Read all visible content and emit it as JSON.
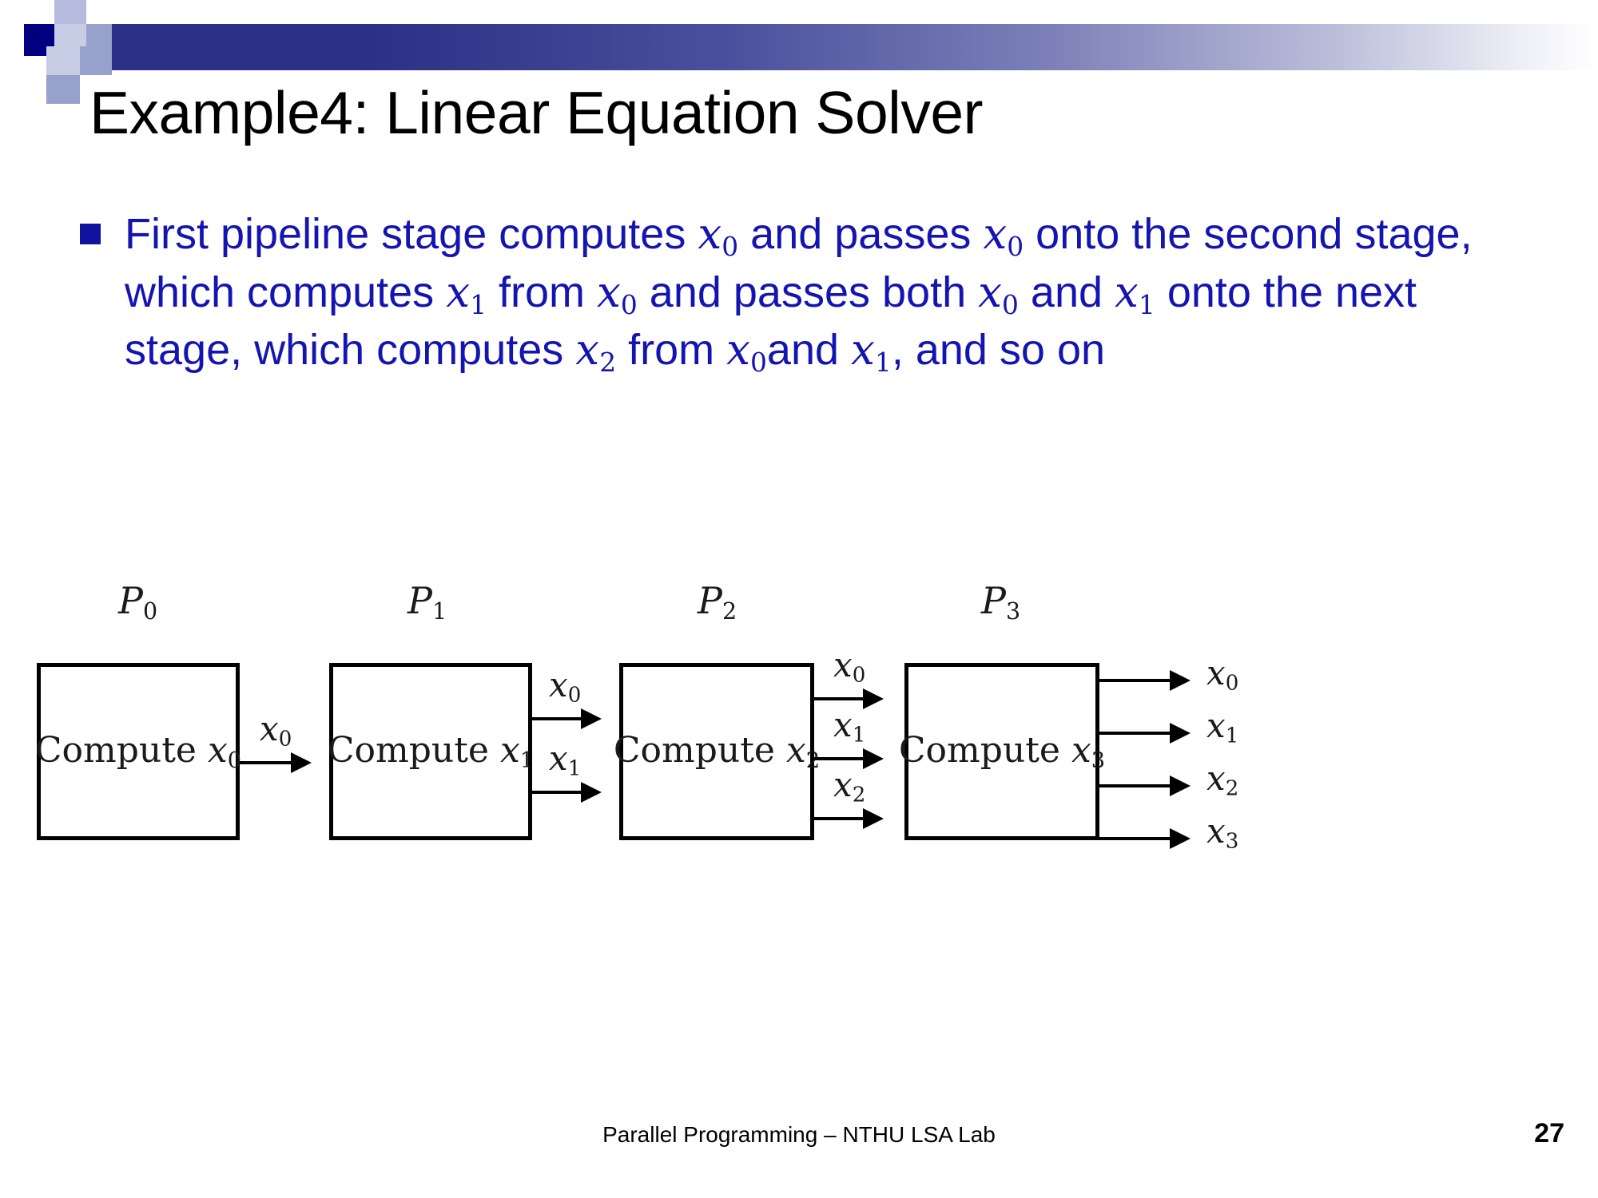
{
  "slide": {
    "title": "Example4: Linear Equation Solver",
    "page_number": "27",
    "footer": "Parallel Programming – NTHU LSA Lab",
    "accent_color": "#2b2f86",
    "body_text_color": "#1414b0",
    "bullet_marker_color": "#1212a0"
  },
  "body": {
    "bullet": {
      "marker": "square-bullet",
      "segments": [
        {
          "type": "text",
          "value": "First pipeline stage computes "
        },
        {
          "type": "math",
          "base": "x",
          "sub": "0"
        },
        {
          "type": "text",
          "value": " and passes "
        },
        {
          "type": "math",
          "base": "x",
          "sub": "0"
        },
        {
          "type": "text",
          "value": "  onto the second stage, which computes "
        },
        {
          "type": "math",
          "base": "x",
          "sub": "1"
        },
        {
          "type": "text",
          "value": "  from "
        },
        {
          "type": "math",
          "base": "x",
          "sub": "0"
        },
        {
          "type": "text",
          "value": " and passes both "
        },
        {
          "type": "math",
          "base": "x",
          "sub": "0"
        },
        {
          "type": "text",
          "value": "  and "
        },
        {
          "type": "math",
          "base": "x",
          "sub": "1"
        },
        {
          "type": "text",
          "value": "  onto the next stage, which computes "
        },
        {
          "type": "math",
          "base": "x",
          "sub": "2"
        },
        {
          "type": "text",
          "value": "  from "
        },
        {
          "type": "math",
          "base": "x",
          "sub": "0"
        },
        {
          "type": "text",
          "value": "and "
        },
        {
          "type": "math",
          "base": "x",
          "sub": "1"
        },
        {
          "type": "text",
          "value": ", and so on"
        }
      ],
      "plain_text": "First pipeline stage computes x0 and passes x0 onto the second stage, which computes x1 from x0 and passes both x0 and x1 onto the next stage, which computes x2 from x0 and x1, and so on"
    }
  },
  "diagram": {
    "type": "pipeline",
    "processors": [
      {
        "id": "p0",
        "label_base": "P",
        "label_sub": "0",
        "box_prefix": "Compute ",
        "box_var": "x",
        "box_sub": "0"
      },
      {
        "id": "p1",
        "label_base": "P",
        "label_sub": "1",
        "box_prefix": "Compute ",
        "box_var": "x",
        "box_sub": "1"
      },
      {
        "id": "p2",
        "label_base": "P",
        "label_sub": "2",
        "box_prefix": "Compute ",
        "box_var": "x",
        "box_sub": "2"
      },
      {
        "id": "p3",
        "label_base": "P",
        "label_sub": "3",
        "box_prefix": "Compute ",
        "box_var": "x",
        "box_sub": "3"
      }
    ],
    "edges": [
      {
        "from": "p0",
        "to": "p1",
        "labels": [
          {
            "base": "x",
            "sub": "0"
          }
        ]
      },
      {
        "from": "p1",
        "to": "p2",
        "labels": [
          {
            "base": "x",
            "sub": "0"
          },
          {
            "base": "x",
            "sub": "1"
          }
        ]
      },
      {
        "from": "p2",
        "to": "p3",
        "labels": [
          {
            "base": "x",
            "sub": "0"
          },
          {
            "base": "x",
            "sub": "1"
          },
          {
            "base": "x",
            "sub": "2"
          }
        ]
      }
    ],
    "outputs": [
      {
        "base": "x",
        "sub": "0"
      },
      {
        "base": "x",
        "sub": "1"
      },
      {
        "base": "x",
        "sub": "2"
      },
      {
        "base": "x",
        "sub": "3"
      }
    ]
  }
}
